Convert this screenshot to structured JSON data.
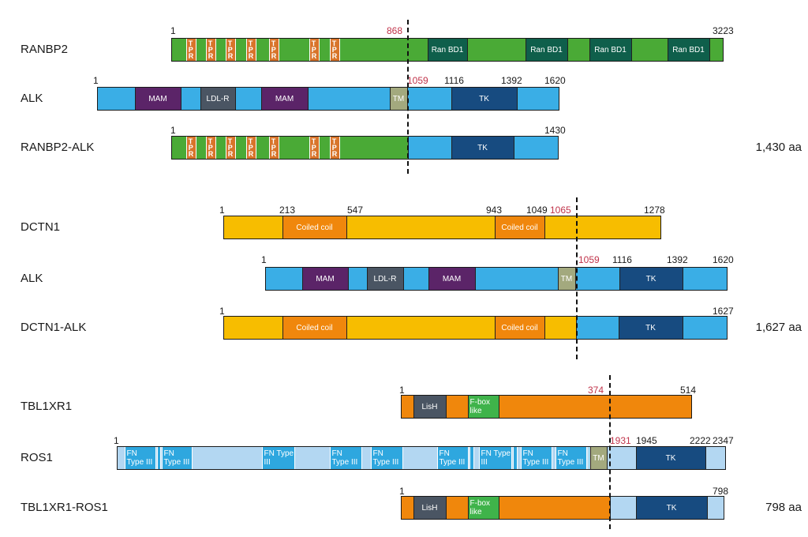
{
  "colors": {
    "ranbp2": "#4aaa36",
    "ranbd1": "#0f5f4b",
    "tpr": "#d8742a",
    "alk": "#3aaee6",
    "mam": "#5b2468",
    "ldlr": "#4a5563",
    "tm": "#a3a97e",
    "tk": "#174b80",
    "dctn1": "#f7bd00",
    "coiled_coil": "#f0870c",
    "tbl1xr1": "#f0870c",
    "lish": "#4a5563",
    "fbox": "#3fb34a",
    "ros1": "#b3d7f2",
    "fn3": "#2ea7df",
    "breakpoint_label": "#c0334a"
  },
  "groups": [
    {
      "id": "ranbp2-alk",
      "rows": [
        {
          "id": "ranbp2",
          "label": "RANBP2",
          "bar_color": "ranbp2",
          "domains": [
            {
              "label": "TPR",
              "color": "tpr",
              "kind": "tpr"
            },
            {
              "label": "TPR",
              "color": "tpr",
              "kind": "tpr"
            },
            {
              "label": "TPR",
              "color": "tpr",
              "kind": "tpr"
            },
            {
              "label": "TPR",
              "color": "tpr",
              "kind": "tpr"
            },
            {
              "label": "TPR",
              "color": "tpr",
              "kind": "tpr"
            },
            {
              "label": "TPR",
              "color": "tpr",
              "kind": "tpr"
            },
            {
              "label": "TPR",
              "color": "tpr",
              "kind": "tpr"
            },
            {
              "label": "Ran BD1",
              "color": "ranbd1"
            },
            {
              "label": "Ran BD1",
              "color": "ranbd1"
            },
            {
              "label": "Ran BD1",
              "color": "ranbd1"
            },
            {
              "label": "Ran BD1",
              "color": "ranbd1"
            }
          ],
          "numbers": [
            {
              "text": "1"
            },
            {
              "text": "868",
              "red": true
            },
            {
              "text": "3223"
            }
          ]
        },
        {
          "id": "alk-1",
          "label": "ALK",
          "bar_color": "alk",
          "domains": [
            {
              "label": "MAM",
              "color": "mam"
            },
            {
              "label": "LDL-R",
              "color": "ldlr"
            },
            {
              "label": "MAM",
              "color": "mam"
            },
            {
              "label": "TM",
              "color": "tm"
            },
            {
              "label": "TK",
              "color": "tk"
            }
          ],
          "numbers": [
            {
              "text": "1"
            },
            {
              "text": "1059",
              "red": true
            },
            {
              "text": "1116"
            },
            {
              "text": "1392"
            },
            {
              "text": "1620"
            }
          ]
        },
        {
          "id": "ranbp2-alk-fusion",
          "label": "RANBP2-ALK",
          "aa": "1,430 aa",
          "bar_color": "ranbp2",
          "domains": [
            {
              "label": "TPR",
              "color": "tpr",
              "kind": "tpr"
            },
            {
              "label": "TPR",
              "color": "tpr",
              "kind": "tpr"
            },
            {
              "label": "TPR",
              "color": "tpr",
              "kind": "tpr"
            },
            {
              "label": "TPR",
              "color": "tpr",
              "kind": "tpr"
            },
            {
              "label": "TPR",
              "color": "tpr",
              "kind": "tpr"
            },
            {
              "label": "TPR",
              "color": "tpr",
              "kind": "tpr"
            },
            {
              "label": "TPR",
              "color": "tpr",
              "kind": "tpr"
            },
            {
              "label": "",
              "color": "alk"
            },
            {
              "label": "TK",
              "color": "tk"
            }
          ],
          "numbers": [
            {
              "text": "1"
            },
            {
              "text": "1430"
            }
          ]
        }
      ]
    },
    {
      "id": "dctn1-alk",
      "rows": [
        {
          "id": "dctn1",
          "label": "DCTN1",
          "bar_color": "dctn1",
          "domains": [
            {
              "label": "Coiled coil",
              "color": "coiled_coil"
            },
            {
              "label": "Coiled coil",
              "color": "coiled_coil"
            }
          ],
          "numbers": [
            {
              "text": "1"
            },
            {
              "text": "213"
            },
            {
              "text": "547"
            },
            {
              "text": "943"
            },
            {
              "text": "1049"
            },
            {
              "text": "1065",
              "red": true
            },
            {
              "text": "1278"
            }
          ]
        },
        {
          "id": "alk-2",
          "label": "ALK",
          "bar_color": "alk",
          "domains": [
            {
              "label": "MAM",
              "color": "mam"
            },
            {
              "label": "LDL-R",
              "color": "ldlr"
            },
            {
              "label": "MAM",
              "color": "mam"
            },
            {
              "label": "TM",
              "color": "tm"
            },
            {
              "label": "TK",
              "color": "tk"
            }
          ],
          "numbers": [
            {
              "text": "1"
            },
            {
              "text": "1059",
              "red": true
            },
            {
              "text": "1116"
            },
            {
              "text": "1392"
            },
            {
              "text": "1620"
            }
          ]
        },
        {
          "id": "dctn1-alk-fusion",
          "label": "DCTN1-ALK",
          "aa": "1,627 aa",
          "bar_color": "dctn1",
          "domains": [
            {
              "label": "Coiled coil",
              "color": "coiled_coil"
            },
            {
              "label": "Coiled coil",
              "color": "coiled_coil"
            },
            {
              "label": "",
              "color": "alk"
            },
            {
              "label": "TK",
              "color": "tk"
            }
          ],
          "numbers": [
            {
              "text": "1"
            },
            {
              "text": "1627"
            }
          ]
        }
      ]
    },
    {
      "id": "tbl1xr1-ros1",
      "rows": [
        {
          "id": "tbl1xr1",
          "label": "TBL1XR1",
          "bar_color": "tbl1xr1",
          "domains": [
            {
              "label": "LisH",
              "color": "lish"
            },
            {
              "label": "F-box like",
              "color": "fbox",
              "align": "left"
            }
          ],
          "numbers": [
            {
              "text": "1"
            },
            {
              "text": "374",
              "red": true
            },
            {
              "text": "514"
            }
          ]
        },
        {
          "id": "ros1",
          "label": "ROS1",
          "bar_color": "ros1",
          "domains": [
            {
              "label": "FN Type III",
              "color": "fn3",
              "align": "left"
            },
            {
              "label": "",
              "color": "fn3"
            },
            {
              "label": "FN Type III",
              "color": "fn3",
              "align": "left"
            },
            {
              "label": "FN Type III",
              "color": "fn3",
              "align": "left"
            },
            {
              "label": "FN Type III",
              "color": "fn3",
              "align": "left"
            },
            {
              "label": "FN Type III",
              "color": "fn3",
              "align": "left"
            },
            {
              "label": "FN Type III",
              "color": "fn3",
              "align": "left"
            },
            {
              "label": "",
              "color": "fn3"
            },
            {
              "label": "FN Type III",
              "color": "fn3",
              "align": "left"
            },
            {
              "label": "",
              "color": "fn3"
            },
            {
              "label": "FN Type III",
              "color": "fn3",
              "align": "left"
            },
            {
              "label": "FN Type III",
              "color": "fn3",
              "align": "left"
            },
            {
              "label": "",
              "color": "fn3"
            },
            {
              "label": "TM",
              "color": "tm"
            },
            {
              "label": "TK",
              "color": "tk"
            }
          ],
          "numbers": [
            {
              "text": "1"
            },
            {
              "text": "1931",
              "red": true
            },
            {
              "text": "1945"
            },
            {
              "text": "2222"
            },
            {
              "text": "2347"
            }
          ]
        },
        {
          "id": "tbl1xr1-ros1-fusion",
          "label": "TBL1XR1-ROS1",
          "aa": "798 aa",
          "bar_color": "tbl1xr1",
          "domains": [
            {
              "label": "LisH",
              "color": "lish"
            },
            {
              "label": "F-box like",
              "color": "fbox",
              "align": "left"
            },
            {
              "label": "",
              "color": "ros1"
            },
            {
              "label": "TK",
              "color": "tk"
            }
          ],
          "numbers": [
            {
              "text": "1"
            },
            {
              "text": "798"
            }
          ]
        }
      ]
    }
  ]
}
